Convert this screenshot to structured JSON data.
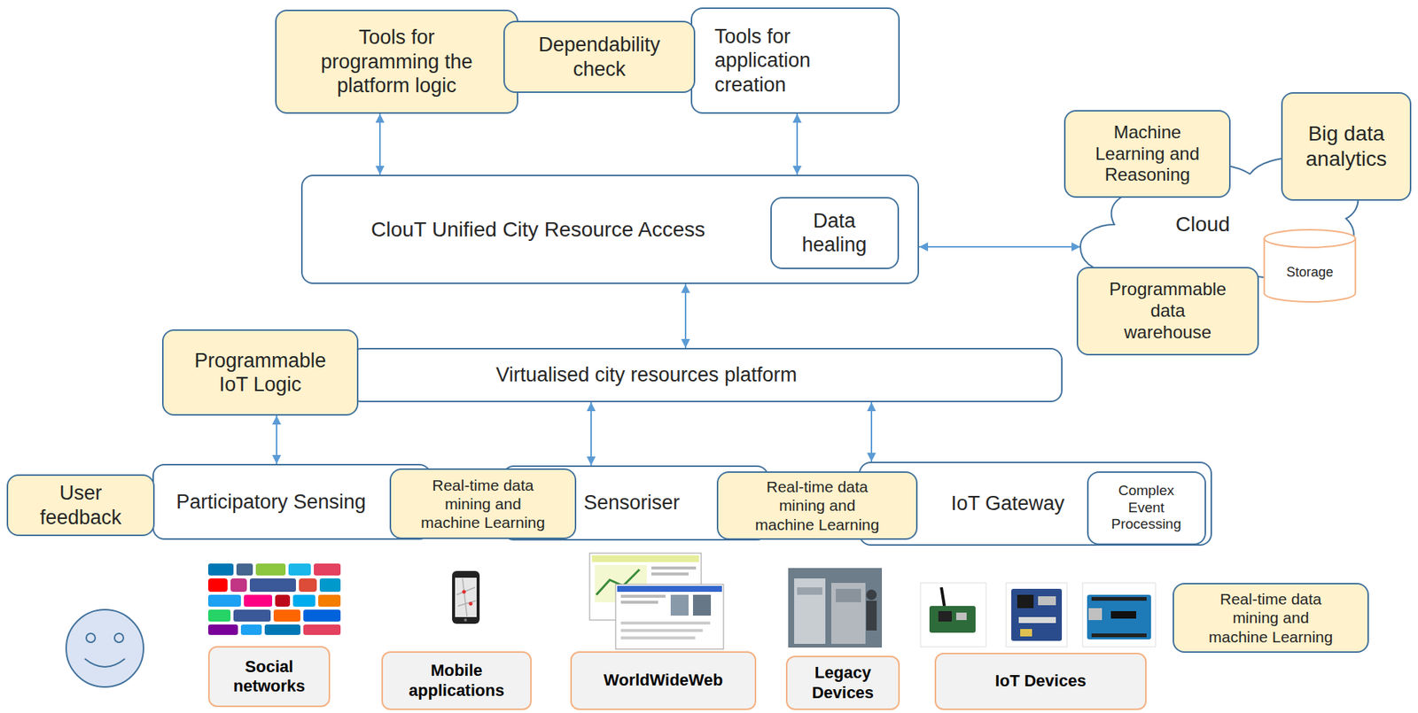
{
  "diagram": {
    "nodes": [
      {
        "text": [
          "Tools for programming the platform logic"
        ]
      },
      {
        "text": [
          "Dependability check"
        ]
      },
      {
        "text": [
          "Tools for application creation"
        ]
      },
      {
        "text": [
          "ClouT Unified City Resource Access"
        ]
      },
      {
        "text": [
          "Data healing"
        ],
        "in": 3
      },
      {
        "text": [
          "Cloud"
        ]
      },
      {
        "text": [
          "Machine Learning and Reasoning"
        ],
        "in": 5
      },
      {
        "text": [
          "Big data analytics"
        ],
        "in": 5
      },
      {
        "text": [
          "Storage"
        ],
        "in": 5
      },
      {
        "text": [
          "Programmable data warehouse"
        ],
        "in": 5
      },
      {
        "text": [
          "Programmable IoT Logic"
        ]
      },
      {
        "text": [
          "Virtualised city resources platform"
        ]
      },
      {
        "text": [
          "User feedback"
        ]
      },
      {
        "text": [
          "Participatory Sensing"
        ]
      },
      {
        "text": [
          "Real-time data mining and machine Learning"
        ]
      },
      {
        "text": [
          "Sensoriser"
        ]
      },
      {
        "text": [
          "Real-time data mining and machine Learning"
        ]
      },
      {
        "text": [
          "IoT Gateway"
        ]
      },
      {
        "text": [
          "Complex Event Processing"
        ],
        "in": 17
      },
      {
        "text": [
          "Social networks"
        ]
      },
      {
        "text": [
          "Mobile applications"
        ]
      },
      {
        "text": [
          "WorldWideWeb"
        ]
      },
      {
        "text": [
          "Legacy Devices"
        ]
      },
      {
        "text": [
          "IoT Devices"
        ]
      },
      {
        "text": [
          "Real-time data mining and machine Learning"
        ]
      }
    ],
    "edges": [
      {
        "from": 0,
        "to": 3,
        "arrow": "both"
      },
      {
        "from": 2,
        "to": 3,
        "arrow": "both"
      },
      {
        "from": 3,
        "to": 5,
        "arrow": "both"
      },
      {
        "from": 3,
        "to": 11,
        "arrow": "both"
      },
      {
        "from": 10,
        "to": 13,
        "arrow": "both"
      },
      {
        "from": 11,
        "to": 15,
        "arrow": "both"
      },
      {
        "from": 11,
        "to": 17,
        "arrow": "both"
      }
    ]
  }
}
